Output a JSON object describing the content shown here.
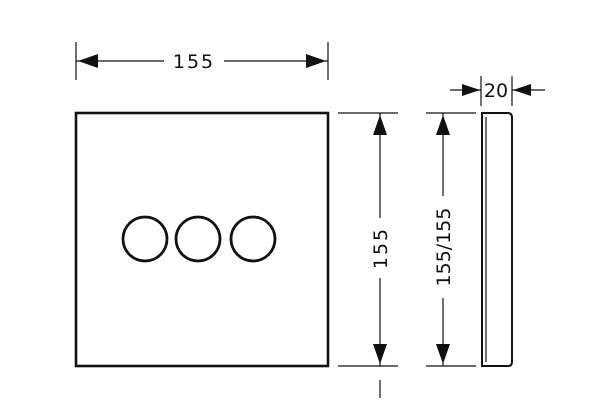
{
  "drawing": {
    "front_width_label": "155",
    "front_height_label": "155",
    "side_height_label": "155/155",
    "side_depth_label": "20",
    "button_count": 3,
    "line_color": "#111111"
  }
}
